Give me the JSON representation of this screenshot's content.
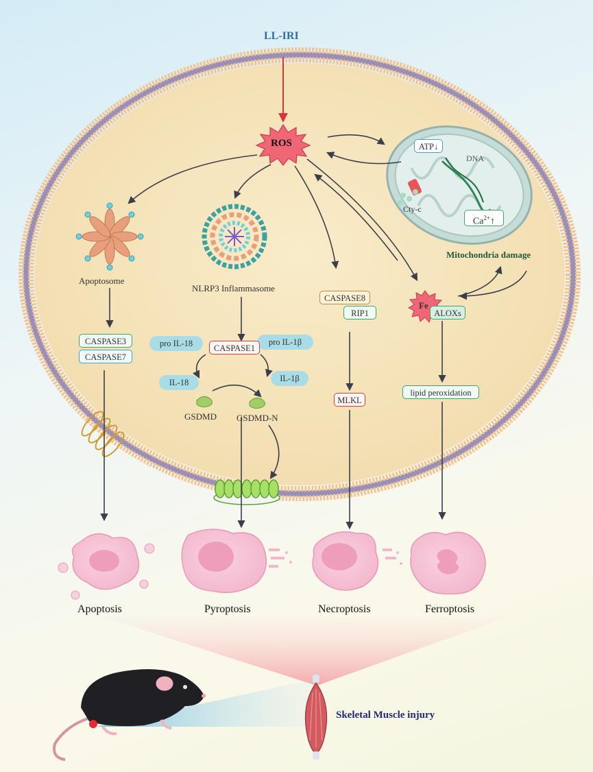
{
  "title": "LL-IRI",
  "ros": "ROS",
  "mitochondria": {
    "atp": "ATP",
    "dna": "DNA",
    "cyt": "Cty-c",
    "ca": "Ca",
    "ca_sup": "2+",
    "damage_label": "Mitochondria damage"
  },
  "apoptosis_branch": {
    "complex": "Apoptosome",
    "caspase3": "CASPASE3",
    "caspase7": "CASPASE7"
  },
  "pyroptosis_branch": {
    "complex": "NLRP3 Inflammasome",
    "pro_il18": "pro IL-18",
    "pro_il1b": "pro IL-1β",
    "caspase1": "CASPASE1",
    "il18": "IL-18",
    "il1b": "IL-1β",
    "gsdmd": "GSDMD",
    "gsdmd_n": "GSDMD-N"
  },
  "necroptosis_branch": {
    "caspase8": "CASPASE8",
    "rip1": "RIP1",
    "mlkl": "MLKL"
  },
  "ferroptosis_branch": {
    "fe": "Fe",
    "aloxs": "ALOXs",
    "lipid": "lipid peroxidation"
  },
  "outcomes": [
    "Apoptosis",
    "Pyroptosis",
    "Necroptosis",
    "Ferroptosis"
  ],
  "muscle_label": "Skeletal Muscle injury",
  "colors": {
    "title_blue": "#2a6cb0",
    "ros_red": "#e8475a",
    "cell_fill": "#f6e6bd",
    "membrane_head": "#f2c590",
    "membrane_tail": "#9a8fb8",
    "dying_cell": "#f6c3d6",
    "mito_fill": "#d3e6e2",
    "mito_damage_text": "#24573a",
    "muscle_text": "#1c2a7a"
  }
}
